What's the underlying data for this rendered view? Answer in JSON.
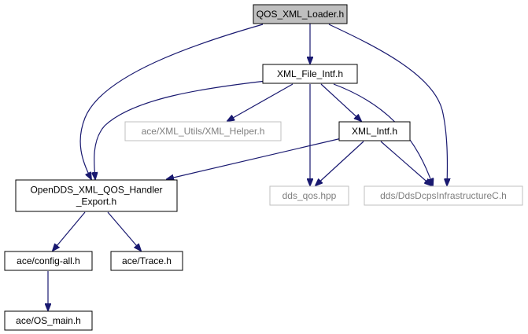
{
  "colors": {
    "edge": "#191970",
    "node_border": "#000000",
    "node_fill": "#ffffff",
    "focus_fill": "#bfbfbf",
    "external_border": "#bfbfbf",
    "external_text": "#7f7f7f",
    "text": "#000000"
  },
  "nodes": [
    {
      "id": "qos_xml_loader",
      "lines": [
        "QOS_XML_Loader.h"
      ],
      "style": "focus"
    },
    {
      "id": "xml_file_intf",
      "lines": [
        "XML_File_Intf.h"
      ],
      "style": "normal"
    },
    {
      "id": "opendds_xml_qos_handler_export",
      "lines": [
        "OpenDDS_XML_QOS_Handler",
        "_Export.h"
      ],
      "style": "normal"
    },
    {
      "id": "dds_dcps_infrastructure_c",
      "lines": [
        "dds/DdsDcpsInfrastructureC.h"
      ],
      "style": "external"
    },
    {
      "id": "ace_xml_helper",
      "lines": [
        "ace/XML_Utils/XML_Helper.h"
      ],
      "style": "external"
    },
    {
      "id": "dds_qos_hpp",
      "lines": [
        "dds_qos.hpp"
      ],
      "style": "external"
    },
    {
      "id": "xml_intf",
      "lines": [
        "XML_Intf.h"
      ],
      "style": "normal"
    },
    {
      "id": "ace_config_all",
      "lines": [
        "ace/config-all.h"
      ],
      "style": "normal"
    },
    {
      "id": "ace_trace",
      "lines": [
        "ace/Trace.h"
      ],
      "style": "normal"
    },
    {
      "id": "ace_os_main",
      "lines": [
        "ace/OS_main.h"
      ],
      "style": "normal"
    }
  ],
  "edges": [
    {
      "from": "qos_xml_loader",
      "to": "xml_file_intf"
    },
    {
      "from": "qos_xml_loader",
      "to": "opendds_xml_qos_handler_export"
    },
    {
      "from": "qos_xml_loader",
      "to": "dds_dcps_infrastructure_c"
    },
    {
      "from": "xml_file_intf",
      "to": "opendds_xml_qos_handler_export"
    },
    {
      "from": "xml_file_intf",
      "to": "ace_xml_helper"
    },
    {
      "from": "xml_file_intf",
      "to": "dds_qos_hpp"
    },
    {
      "from": "xml_file_intf",
      "to": "xml_intf"
    },
    {
      "from": "xml_file_intf",
      "to": "dds_dcps_infrastructure_c"
    },
    {
      "from": "opendds_xml_qos_handler_export",
      "to": "ace_config_all"
    },
    {
      "from": "opendds_xml_qos_handler_export",
      "to": "ace_trace"
    },
    {
      "from": "xml_intf",
      "to": "opendds_xml_qos_handler_export"
    },
    {
      "from": "xml_intf",
      "to": "dds_qos_hpp"
    },
    {
      "from": "xml_intf",
      "to": "dds_dcps_infrastructure_c"
    },
    {
      "from": "ace_config_all",
      "to": "ace_os_main"
    }
  ]
}
